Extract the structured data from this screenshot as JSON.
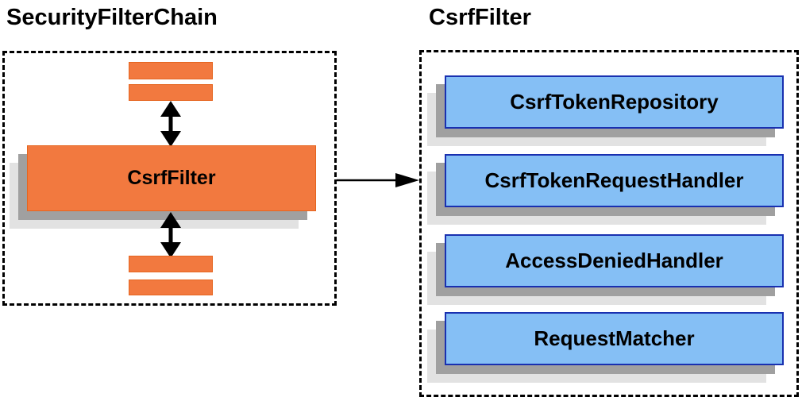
{
  "left_panel": {
    "title": "SecurityFilterChain",
    "filter_box_label": "CsrfFilter"
  },
  "right_panel": {
    "title": "CsrfFilter",
    "components": [
      {
        "label": "CsrfTokenRepository"
      },
      {
        "label": "CsrfTokenRequestHandler"
      },
      {
        "label": "AccessDeniedHandler"
      },
      {
        "label": "RequestMatcher"
      }
    ]
  },
  "colors": {
    "orange_fill": "#F2793F",
    "orange_border": "#E5651F",
    "blue_fill": "#85BFF5",
    "blue_border": "#1930B0",
    "shadow_dark": "#A0A0A0",
    "shadow_light": "#E2E2E2",
    "dashed_border": "#000000",
    "arrow": "#000000",
    "text": "#000000"
  }
}
